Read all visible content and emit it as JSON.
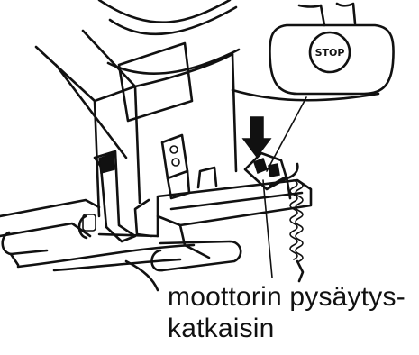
{
  "callout": {
    "button_label": "STOP"
  },
  "caption": {
    "line1": "moottorin pysäytys-",
    "line2": "katkaisin"
  }
}
